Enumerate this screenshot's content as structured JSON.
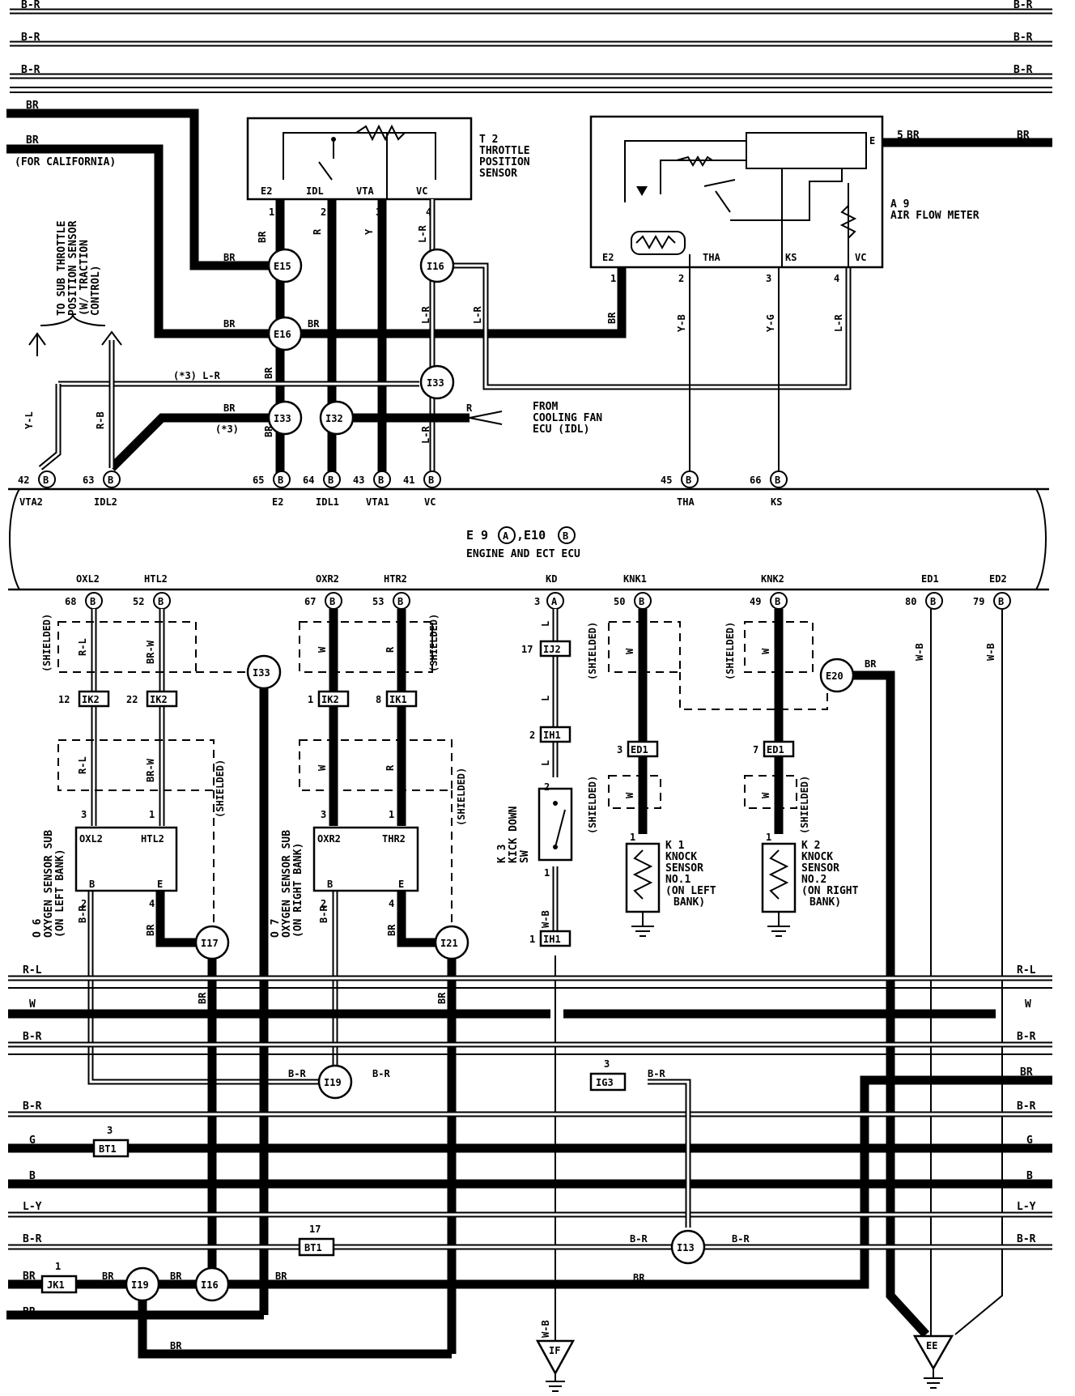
{
  "bus_labels_top": {
    "l1": "B-R",
    "l2": "B-R",
    "l3": "B-R",
    "l4": "BR",
    "l5": "BR",
    "california": "(FOR CALIFORNIA)"
  },
  "sub_throttle": {
    "line1": "TO SUB THROTTLE",
    "line2": "POSITION SENSOR",
    "line3": "(W/ TRACTION",
    "line4": "CONTROL)"
  },
  "throttle_sensor": {
    "code": "T 2",
    "name1": "THROTTLE",
    "name2": "POSITION",
    "name3": "SENSOR",
    "pins": [
      "E2",
      "IDL",
      "VTA",
      "VC"
    ],
    "pin_nums": [
      "1",
      "2",
      "3",
      "4"
    ]
  },
  "air_flow_meter": {
    "code": "A 9",
    "name": "AIR FLOW METER",
    "pin_e": "E",
    "pin_e_num": "5",
    "pins": [
      "E2",
      "THA",
      "KS",
      "VC"
    ],
    "pin_nums": [
      "1",
      "2",
      "3",
      "4"
    ]
  },
  "connectors_top": {
    "e15": "E15",
    "e16": "E16",
    "i16": "I16",
    "i33a": "I33",
    "i33b": "I33",
    "i32": "I32",
    "i33c": "I33"
  },
  "wire_colors_top": {
    "br": "BR",
    "r": "R",
    "y": "Y",
    "lr": "L-R",
    "yb": "Y-B",
    "yg": "Y-G",
    "yl": "Y-L",
    "rb": "R-B",
    "star3": "(*3)",
    "star3lr": "(*3)  L-R"
  },
  "cooling_fan": {
    "l1": "FROM",
    "l2": "COOLING FAN",
    "l3": "ECU (IDL)"
  },
  "ecu_top_pins": [
    {
      "num": "42",
      "conn": "B",
      "name": "VTA2"
    },
    {
      "num": "63",
      "conn": "B",
      "name": "IDL2"
    },
    {
      "num": "65",
      "conn": "B",
      "name": "E2"
    },
    {
      "num": "64",
      "conn": "B",
      "name": "IDL1"
    },
    {
      "num": "43",
      "conn": "B",
      "name": "VTA1"
    },
    {
      "num": "41",
      "conn": "B",
      "name": "VC"
    },
    {
      "num": "45",
      "conn": "B",
      "name": "THA"
    },
    {
      "num": "66",
      "conn": "B",
      "name": "KS"
    }
  ],
  "ecu": {
    "title_a": "E 9",
    "a": "A",
    "title_b": ",E10",
    "b": "B",
    "name": "ENGINE AND ECT ECU"
  },
  "ecu_bottom_pins": [
    {
      "num": "68",
      "conn": "B",
      "name": "OXL2"
    },
    {
      "num": "52",
      "conn": "B",
      "name": "HTL2"
    },
    {
      "num": "67",
      "conn": "B",
      "name": "OXR2"
    },
    {
      "num": "53",
      "conn": "B",
      "name": "HTR2"
    },
    {
      "num": "3",
      "conn": "A",
      "name": "KD"
    },
    {
      "num": "50",
      "conn": "B",
      "name": "KNK1"
    },
    {
      "num": "49",
      "conn": "B",
      "name": "KNK2"
    },
    {
      "num": "80",
      "conn": "B",
      "name": "ED1"
    },
    {
      "num": "79",
      "conn": "B",
      "name": "ED2"
    }
  ],
  "shielded": "(SHIELDED)",
  "junction_boxes": {
    "ik2a": "IK2",
    "ik2b": "IK2",
    "ik2c": "IK2",
    "ik1": "IK1",
    "ij2": "IJ2",
    "ih1a": "IH1",
    "ih1b": "IH1",
    "ed1a": "ED1",
    "ed1b": "ED1",
    "ig3": "IG3",
    "bt1a": "BT1",
    "bt1b": "BT1",
    "jk1": "JK1"
  },
  "jbox_nums": {
    "ik2a": "12",
    "ik2b": "22",
    "ik2c": "1",
    "ik1": "8",
    "ij2": "17",
    "ih1a": "2",
    "ih1b": "1",
    "ed1a": "3",
    "ed1b": "7",
    "ig3": "3",
    "bt1a": "3",
    "bt1b": "17",
    "jk1": "1"
  },
  "connectors_bottom": {
    "i33": "I33",
    "e20": "E20",
    "i17": "I17",
    "i21": "I21",
    "i19a": "I19",
    "i13": "I13",
    "i19b": "I19",
    "i16": "I16"
  },
  "oxy_left": {
    "code": "O 6",
    "name1": "OXYGEN SENSOR SUB",
    "name2": "(ON LEFT BANK)",
    "p1": "OXL2",
    "p2": "HTL2",
    "p3": "B",
    "p4": "E",
    "n1": "3",
    "n2": "1",
    "n3": "2",
    "n4": "4"
  },
  "oxy_right": {
    "code": "O 7",
    "name1": "OXYGEN SENSOR SUB",
    "name2": "(ON RIGHT BANK)",
    "p1": "OXR2",
    "p2": "THR2",
    "p3": "B",
    "p4": "E",
    "n1": "3",
    "n2": "1",
    "n3": "2",
    "n4": "4"
  },
  "kick_down": {
    "code": "K 3",
    "name1": "KICK DOWN",
    "name2": "SW",
    "n1": "2",
    "n2": "1"
  },
  "knock1": {
    "code": "K 1",
    "l1": "KNOCK",
    "l2": "SENSOR",
    "l3": "NO.1",
    "l4": "(ON LEFT",
    "l5": "BANK)",
    "num": "1"
  },
  "knock2": {
    "code": "K 2",
    "l1": "KNOCK",
    "l2": "SENSOR",
    "l3": "NO.2",
    "l4": "(ON RIGHT",
    "l5": "BANK)",
    "num": "1"
  },
  "wire_colors_bottom": {
    "rl": "R-L",
    "brw": "BR-W",
    "w": "W",
    "r": "R",
    "l": "L",
    "wb": "W-B",
    "br": "BR",
    "br_r": "B-R"
  },
  "bus_labels_bottom": {
    "rl": "R-L",
    "w": "W",
    "br1": "B-R",
    "brb": "BR",
    "br2": "B-R",
    "g": "G",
    "b": "B",
    "ly": "L-Y",
    "br3": "B-R",
    "bra": "BR",
    "brc": "BR"
  },
  "grounds": {
    "if": "IF",
    "ee": "EE"
  }
}
